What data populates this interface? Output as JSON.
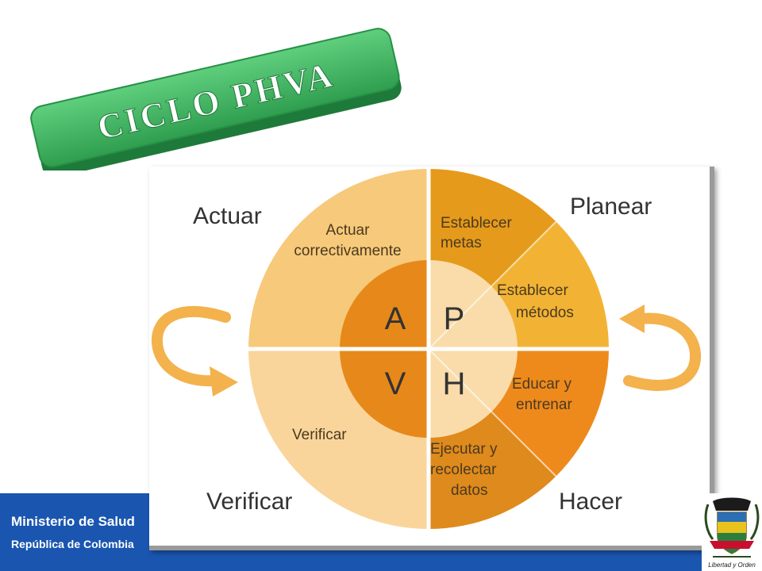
{
  "title": "CICLO PHVA",
  "footer": {
    "line1": "Ministerio de Salud",
    "line2": "República de Colombia"
  },
  "crest": {
    "motto": "Libertad y Orden"
  },
  "diagram": {
    "corner_labels": {
      "actuar": "Actuar",
      "planear": "Planear",
      "verificar": "Verificar",
      "hacer": "Hacer"
    },
    "center_letters": {
      "a": "A",
      "p": "P",
      "v": "V",
      "h": "H"
    },
    "segments": {
      "actuar_line1": "Actuar",
      "actuar_line2": "correctivamente",
      "metas_line1": "Establecer",
      "metas_line2": "metas",
      "metodos_line1": "Establecer",
      "metodos_line2": "métodos",
      "educar_line1": "Educar y",
      "educar_line2": "entrenar",
      "ejecutar_line1": "Ejecutar y",
      "ejecutar_line2": "recolectar",
      "ejecutar_line3": "datos",
      "verificar": "Verificar"
    },
    "colors": {
      "green": "#2f9e4f",
      "q_actuar": "#f7c97a",
      "q_verificar": "#fad59b",
      "q_metas": "#e69a1b",
      "q_metodos": "#f2b335",
      "q_educar": "#ee8a1c",
      "q_ejecutar": "#df8a1c",
      "inner_left": "#e6891a",
      "inner_right": "#f9dcaa",
      "arrow": "#f3b24c",
      "footer": "#1a56b0"
    }
  }
}
